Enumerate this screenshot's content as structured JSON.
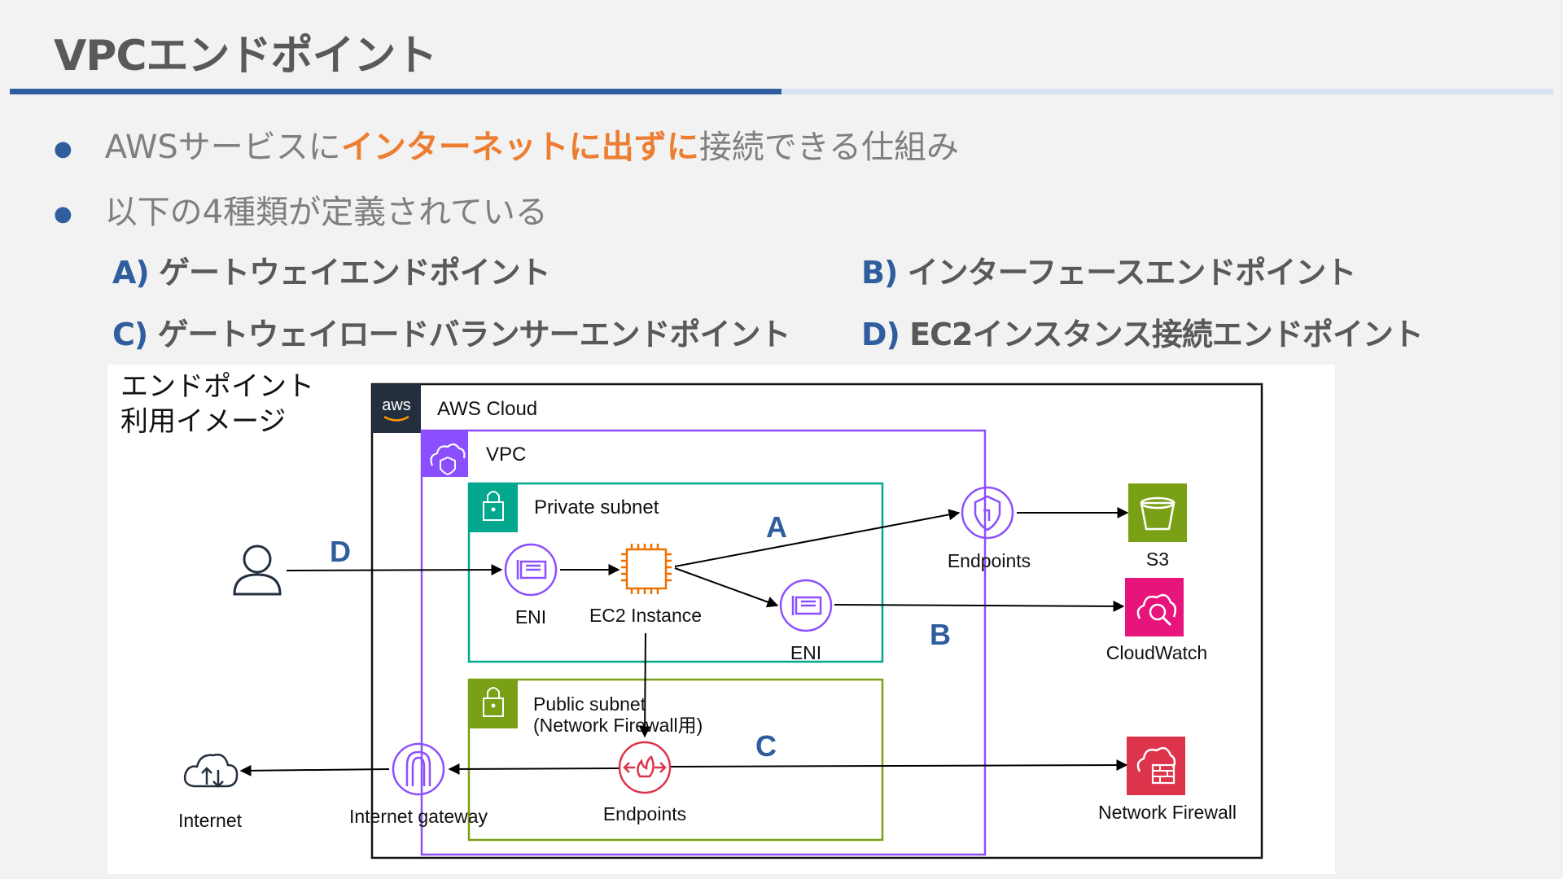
{
  "slide": {
    "title": "VPCエンドポイント",
    "bullet1": {
      "prefix": "AWSサービスに",
      "highlight": "インターネットに出ずに",
      "suffix": "接続できる仕組み"
    },
    "bullet2": "以下の4種類が定義されている",
    "types": [
      {
        "key": "A)",
        "label": "ゲートウェイエンドポイント"
      },
      {
        "key": "B)",
        "label": "インターフェースエンドポイント"
      },
      {
        "key": "C)",
        "label": "ゲートウェイロードバランサーエンドポイント"
      },
      {
        "key": "D)",
        "label": "EC2インスタンス接続エンドポイント"
      }
    ]
  },
  "diagram": {
    "caption_line1": "エンドポイント",
    "caption_line2": "利用イメージ",
    "aws_logo": "aws",
    "aws_cloud": "AWS Cloud",
    "vpc": "VPC",
    "private_subnet": "Private subnet",
    "public_subnet_line1": "Public subnet",
    "public_subnet_line2": "(Network Firewall用)",
    "eni_left": "ENI",
    "ec2": "EC2 Instance",
    "eni_right": "ENI",
    "endpoints_top": "Endpoints",
    "s3": "S3",
    "cloudwatch": "CloudWatch",
    "endpoints_bottom": "Endpoints",
    "network_firewall": "Network Firewall",
    "internet_gateway": "Internet gateway",
    "internet": "Internet",
    "label_a": "A",
    "label_b": "B",
    "label_c": "C",
    "label_d": "D",
    "colors": {
      "accent_blue": "#2f5d9e",
      "accent_orange": "#ed7d31",
      "vpc_purple": "#8c4fff",
      "private_teal": "#01a88d",
      "public_green": "#7aa116",
      "ec2_orange": "#ed7100",
      "s3_green": "#7aa116",
      "cloudwatch_pink": "#e7157b",
      "firewall_red": "#dd344c"
    },
    "icons": [
      "user-icon",
      "eni-icon",
      "ec2-instance-icon",
      "vpc-endpoint-icon",
      "s3-bucket-icon",
      "cloudwatch-icon",
      "network-firewall-icon",
      "gateway-endpoint-icon",
      "internet-gateway-icon",
      "internet-cloud-icon",
      "lock-icon",
      "vpc-cloud-icon"
    ]
  }
}
